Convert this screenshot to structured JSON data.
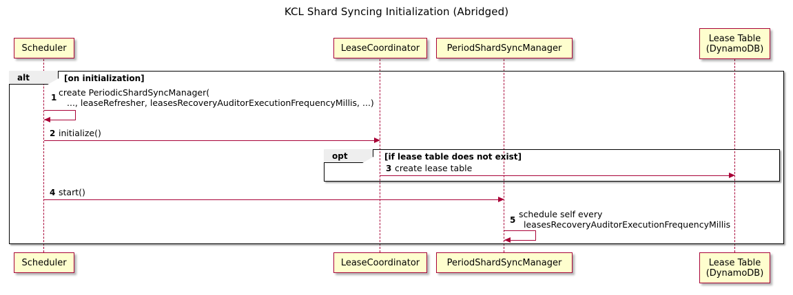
{
  "title": "KCL Shard Syncing Initialization (Abridged)",
  "diagram": {
    "type": "uml-sequence-diagram",
    "colors": {
      "participant_fill": "#FEFECE",
      "participant_border": "#A80036",
      "lifeline": "#A80036",
      "arrow": "#A80036",
      "frame_border": "#000000",
      "frame_tab_fill": "#EEEEEE",
      "text": "#000000",
      "background": "#FFFFFF"
    }
  },
  "participants": [
    {
      "id": "scheduler",
      "label": "Scheduler",
      "lines": [
        "Scheduler"
      ]
    },
    {
      "id": "lease-coordinator",
      "label": "LeaseCoordinator",
      "lines": [
        "LeaseCoordinator"
      ]
    },
    {
      "id": "period-shard-sync-manager",
      "label": "PeriodShardSyncManager",
      "lines": [
        "PeriodShardSyncManager"
      ]
    },
    {
      "id": "lease-table",
      "label": "Lease Table (DynamoDB)",
      "lines": [
        "Lease Table",
        "(DynamoDB)"
      ]
    }
  ],
  "fragments": [
    {
      "id": "alt",
      "operator": "alt",
      "guard": "[on initialization]"
    },
    {
      "id": "opt",
      "operator": "opt",
      "guard": "[if lease table does not exist]"
    }
  ],
  "messages": [
    {
      "number": "1",
      "from": "scheduler",
      "to": "scheduler",
      "kind": "self",
      "lines": [
        "create PeriodicShardSyncManager(",
        "..., leaseRefresher, leasesRecoveryAuditorExecutionFrequencyMillis, ...)"
      ]
    },
    {
      "number": "2",
      "from": "scheduler",
      "to": "lease-coordinator",
      "kind": "sync",
      "lines": [
        "initialize()"
      ]
    },
    {
      "number": "3",
      "from": "lease-coordinator",
      "to": "lease-table",
      "kind": "sync",
      "lines": [
        "create lease table"
      ]
    },
    {
      "number": "4",
      "from": "scheduler",
      "to": "period-shard-sync-manager",
      "kind": "sync",
      "lines": [
        "start()"
      ]
    },
    {
      "number": "5",
      "from": "period-shard-sync-manager",
      "to": "period-shard-sync-manager",
      "kind": "self",
      "lines": [
        "schedule self every",
        "leasesRecoveryAuditorExecutionFrequencyMillis"
      ]
    }
  ]
}
